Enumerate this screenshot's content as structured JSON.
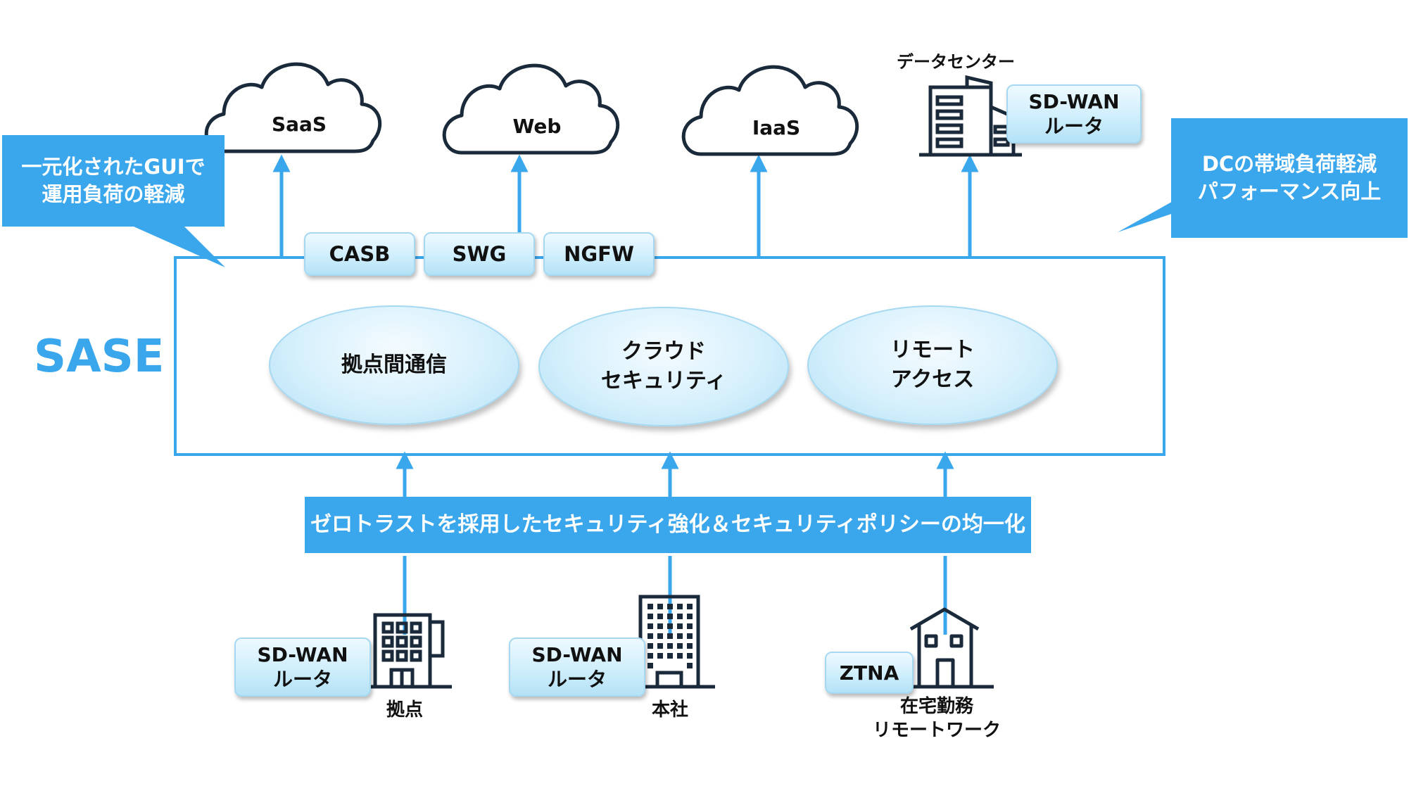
{
  "colors": {
    "accent": "#3aa6ec",
    "pill_fill": "#cfeefc",
    "line": "#3aa6ec",
    "text": "#111111"
  },
  "clouds": [
    {
      "label": "SaaS",
      "icon": "cloud-icon"
    },
    {
      "label": "Web",
      "icon": "cloud-icon"
    },
    {
      "label": "IaaS",
      "icon": "cloud-icon"
    }
  ],
  "datacenter": {
    "label": "データセンター",
    "icon": "building-icon",
    "router_line1": "SD-WAN",
    "router_line2": "ルータ"
  },
  "callouts": {
    "left_line1": "一元化されたGUIで",
    "left_line2": "運用負荷の軽減",
    "right_line1": "DCの帯域負荷軽減",
    "right_line2": "パフォーマンス向上"
  },
  "security_tabs": [
    "CASB",
    "SWG",
    "NGFW"
  ],
  "sase": {
    "label": "SASE",
    "functions": [
      {
        "line1": "拠点間通信",
        "line2": ""
      },
      {
        "line1": "クラウド",
        "line2": "セキュリティ"
      },
      {
        "line1": "リモート",
        "line2": "アクセス"
      }
    ]
  },
  "zero_trust_banner": "ゼロトラストを採用したセキュリティ強化＆セキュリティポリシーの均一化",
  "sites": [
    {
      "label_line1": "拠点",
      "label_line2": "",
      "device": "SD-WAN",
      "device_line2": "ルータ",
      "icon": "branch-building-icon"
    },
    {
      "label_line1": "本社",
      "label_line2": "",
      "device": "SD-WAN",
      "device_line2": "ルータ",
      "icon": "office-tower-icon"
    },
    {
      "label_line1": "在宅勤務",
      "label_line2": "リモートワーク",
      "device": "ZTNA",
      "device_line2": "",
      "icon": "house-icon"
    }
  ]
}
